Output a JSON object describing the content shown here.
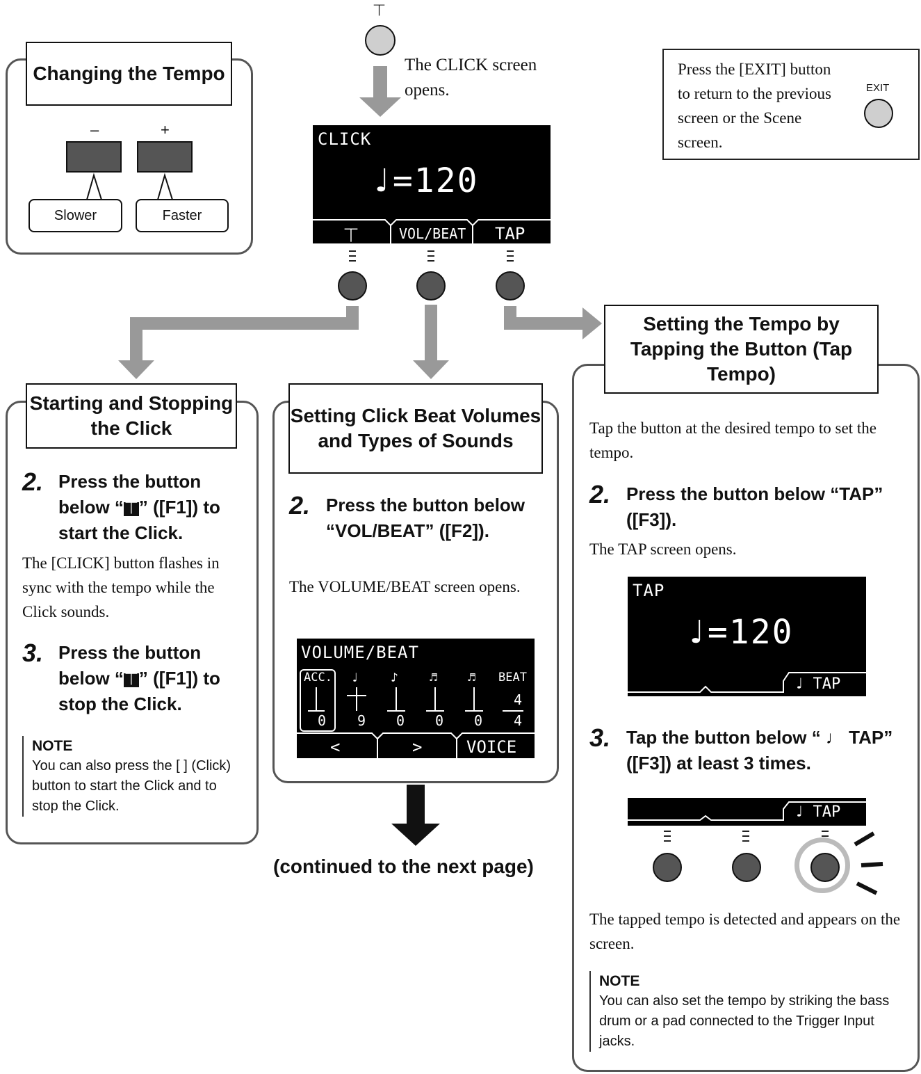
{
  "tempo_box": {
    "title": "Changing the Tempo",
    "minus_sign": "–",
    "plus_sign": "+",
    "slower_label": "Slower",
    "faster_label": "Faster"
  },
  "click_intro": {
    "text": "The CLICK screen opens."
  },
  "click_screen": {
    "title": "CLICK",
    "tempo": "♩=120",
    "f2": "VOL/BEAT",
    "f3": "TAP"
  },
  "exit_box": {
    "text": "Press the [EXIT] button to return to the previous screen or the Scene screen.",
    "exit_label": "EXIT"
  },
  "start_stop": {
    "title": "Starting and Stopping the Click",
    "step2_num": "2.",
    "step2_a": "Press the button below “",
    "step2_b": "” ([F1]) to start the Click.",
    "para1": "The [CLICK] button flashes in sync with the tempo while the Click sounds.",
    "step3_num": "3.",
    "step3_a": "Press the button below “",
    "step3_b": "” ([F1]) to stop the Click.",
    "note_title": "NOTE",
    "note_text": "You can also press the [ ] (Click) button to start the Click and to stop the Click."
  },
  "beat_box": {
    "title": "Setting Click Beat Volumes and Types of Sounds",
    "step2_num": "2.",
    "step2": "Press the button below “VOL/BEAT” ([F2]).",
    "para1": "The VOLUME/BEAT screen opens.",
    "screen_title": "VOLUME/BEAT",
    "columns": [
      {
        "head": "ACC.",
        "value": "0"
      },
      {
        "head": "♩",
        "value": "9"
      },
      {
        "head": "♪",
        "value": "0"
      },
      {
        "head": "♬",
        "value": "0"
      },
      {
        "head": "♬",
        "value": "0"
      }
    ],
    "beat_head": "BEAT",
    "beat_top": "4",
    "beat_bottom": "4",
    "nav_prev": "<",
    "nav_next": ">",
    "voice": "VOICE",
    "continued": "(continued to the next page)"
  },
  "tap_box": {
    "title": "Setting the Tempo by Tapping the Button (Tap Tempo)",
    "para1": "Tap the button at the desired tempo to set the tempo.",
    "step2_num": "2.",
    "step2": "Press the button below “TAP” ([F3]).",
    "para2": "The TAP screen opens.",
    "screen_title": "TAP",
    "tempo": "♩=120",
    "tap_label": "♩ TAP",
    "step3_num": "3.",
    "step3": "Tap the button below “ ♩ TAP” ([F3]) at least 3 times.",
    "para3": "The tapped tempo is detected and appears on the screen.",
    "note_title": "NOTE",
    "note_text": "You can also set the tempo by striking the bass drum or a pad connected to the Trigger Input jacks."
  }
}
